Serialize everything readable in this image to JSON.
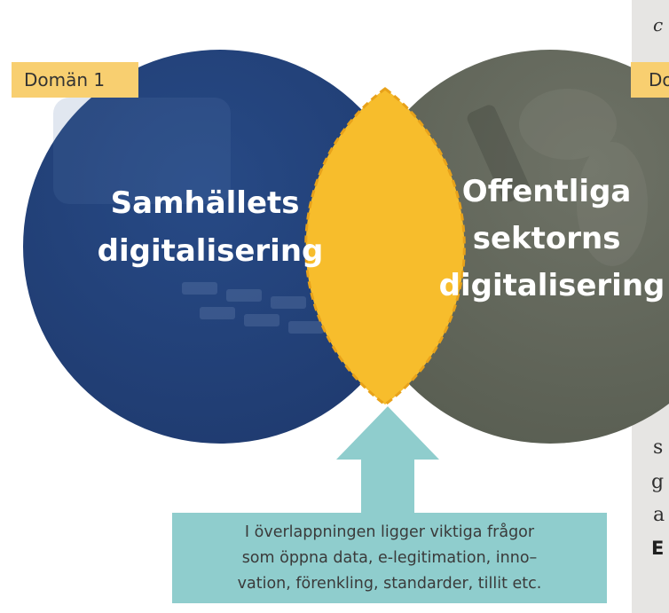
{
  "domain_labels": {
    "left": "Domän 1",
    "right": "Do"
  },
  "circles": {
    "left": {
      "title_lines": [
        "Samhällets",
        "digitalisering"
      ],
      "color": "#1f3a6e"
    },
    "right": {
      "title_lines": [
        "Offentliga",
        "sektorns",
        "digitalisering"
      ],
      "color": "#5c6154"
    },
    "overlap": {
      "color": "#f7bd2c"
    }
  },
  "callout": {
    "color": "#8fcdcd",
    "lines": [
      "I överlappningen ligger viktiga frågor",
      "som öppna data, e-legitimation, inno–",
      "vation, förenkling, standarder, tillit etc."
    ]
  },
  "background_page": {
    "fragments": [
      "c",
      "s",
      "g",
      "a",
      "E"
    ]
  }
}
